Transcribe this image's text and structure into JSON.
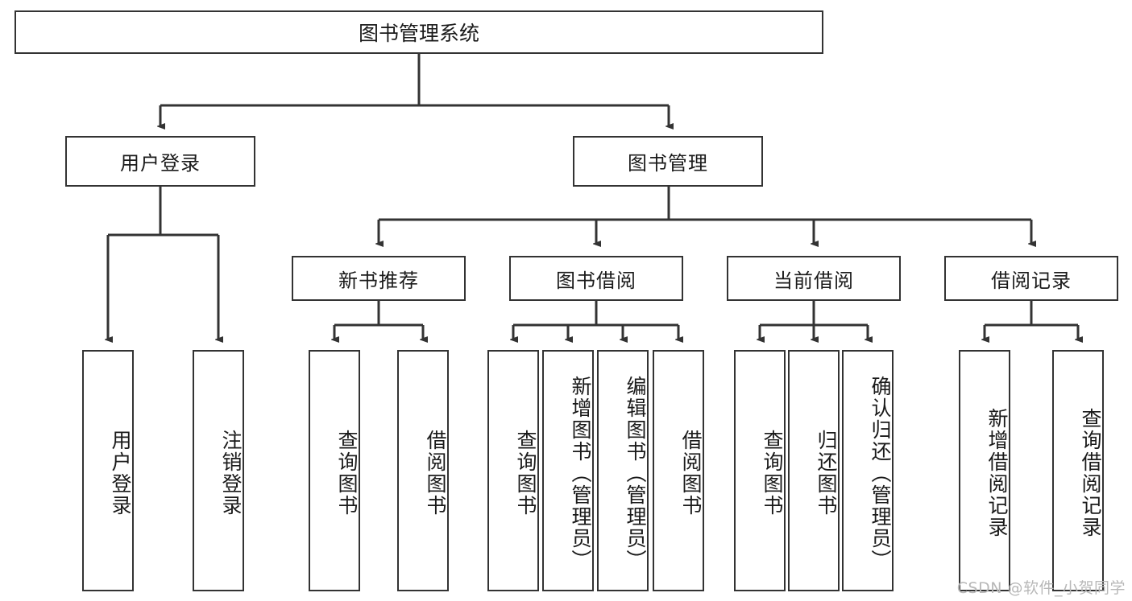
{
  "diagram": {
    "type": "hierarchy-tree",
    "title": "图书管理系统",
    "watermark": "CSDN @软件_小贺同学",
    "colors": {
      "stroke": "#333333",
      "fill": "#ffffff",
      "text": "#1a1a1a",
      "watermark": "#b8b8b8"
    },
    "nodes": {
      "root": {
        "label": "图书管理系统",
        "level": 0
      },
      "level1": [
        {
          "id": "user-login",
          "label": "用户登录"
        },
        {
          "id": "book-manage",
          "label": "图书管理"
        }
      ],
      "level2": [
        {
          "id": "new-book-recommend",
          "label": "新书推荐",
          "parent": "book-manage"
        },
        {
          "id": "book-borrow",
          "label": "图书借阅",
          "parent": "book-manage"
        },
        {
          "id": "current-borrow",
          "label": "当前借阅",
          "parent": "book-manage"
        },
        {
          "id": "borrow-record",
          "label": "借阅记录",
          "parent": "book-manage"
        }
      ],
      "leaves": {
        "user-login": [
          {
            "id": "leaf-user-login",
            "label": "用户登录"
          },
          {
            "id": "leaf-logout",
            "label": "注销登录"
          }
        ],
        "new-book-recommend": [
          {
            "id": "leaf-query-book-1",
            "label": "查询图书"
          },
          {
            "id": "leaf-borrow-book-1",
            "label": "借阅图书"
          }
        ],
        "book-borrow": [
          {
            "id": "leaf-query-book-2",
            "label": "查询图书"
          },
          {
            "id": "leaf-add-book",
            "label": "新增图书（管理员）"
          },
          {
            "id": "leaf-edit-book",
            "label": "编辑图书（管理员）"
          },
          {
            "id": "leaf-borrow-book-2",
            "label": "借阅图书"
          }
        ],
        "current-borrow": [
          {
            "id": "leaf-query-book-3",
            "label": "查询图书"
          },
          {
            "id": "leaf-return-book",
            "label": "归还图书"
          },
          {
            "id": "leaf-confirm-return",
            "label": "确认归还（管理员）"
          }
        ],
        "borrow-record": [
          {
            "id": "leaf-add-record",
            "label": "新增借阅记录"
          },
          {
            "id": "leaf-query-record",
            "label": "查询借阅记录"
          }
        ]
      }
    }
  }
}
